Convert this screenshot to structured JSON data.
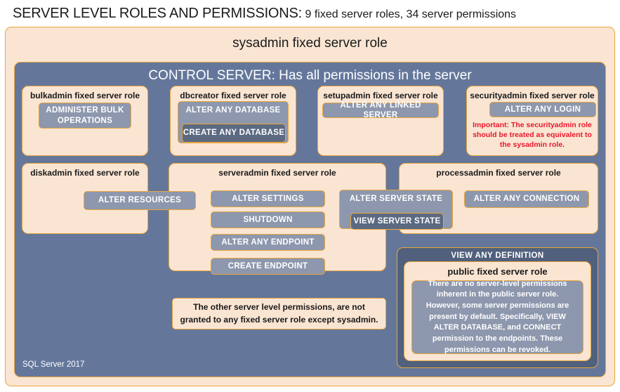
{
  "header": {
    "title": "SERVER LEVEL ROLES AND PERMISSIONS:",
    "subtitle": "9 fixed server roles, 34 server permissions"
  },
  "colors": {
    "cream": "#fae5d3",
    "gold_border": "#e8a63c",
    "slate": "#64779b",
    "slate_dark": "#50607d",
    "permission_fill": "#8d97ad",
    "permission_fill_dark": "#5b6981",
    "warning_red": "#e8172b",
    "text_dark": "#1a1a1a",
    "text_light": "#ffffff"
  },
  "sysadmin": {
    "title": "sysadmin fixed server role"
  },
  "control_server": {
    "title": "CONTROL SERVER: Has all permissions in the server"
  },
  "roles": {
    "bulkadmin": {
      "title": "bulkadmin fixed server role",
      "permissions": [
        "ADMINISTER  BULK OPERATIONS"
      ]
    },
    "dbcreator": {
      "title": "dbcreator fixed server role",
      "permissions": [
        "ALTER ANY DATABASE",
        "CREATE  ANY DATABASE"
      ]
    },
    "setupadmin": {
      "title": "setupadmin fixed server role",
      "permissions": [
        "ALTER ANY LINKED SERVER"
      ]
    },
    "securityadmin": {
      "title": "securityadmin fixed server role",
      "permissions": [
        "ALTER ANY LOGIN"
      ],
      "warning": "Important:  The securityadmin role should  be treated as equivalent to the sysadmin role."
    },
    "diskadmin": {
      "title": "diskadmin fixed server role",
      "permissions": [
        "ALTER RESOURCES"
      ]
    },
    "serveradmin": {
      "title": "serveradmin fixed server role",
      "permissions": [
        "ALTER SETTINGS",
        "SHUTDOWN",
        "ALTER ANY ENDPOINT",
        "CREATE  ENDPOINT"
      ],
      "shared_permission": "ALTER SERVER STATE",
      "nested_permission": "VIEW SERVER STATE"
    },
    "processadmin": {
      "title": "processadmin fixed server role",
      "permissions": [
        "ALTER ANY CONNECTION"
      ]
    },
    "public": {
      "outer_permission": "VIEW ANY DEFINITION",
      "title": "public  fixed server role",
      "body": "There are no server-level permissions inherent in the public server role. However, some server permissions are present by default. Specifically, VIEW ALTER DATABASE, and CONNECT permission to the endpoints. These permissions can be revoked."
    }
  },
  "note": {
    "text": "The other server level permissions,  are not granted to any fixed server role except sysadmin."
  },
  "footer": {
    "text": "SQL Server 2017"
  }
}
